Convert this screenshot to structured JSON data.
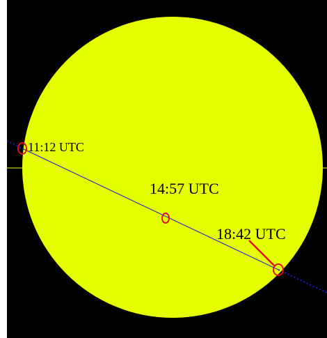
{
  "colors": {
    "frame": "#ffffff",
    "sky": "#000000",
    "sun_disk": "#e6ff00",
    "horizon_line": "#e6ff00",
    "transit_path": "#1a1acc",
    "marker": "#e01010",
    "label_text": "#000000"
  },
  "transit": {
    "ingress": {
      "time_label": "11:12 UTC"
    },
    "mid": {
      "time_label": "14:57 UTC"
    },
    "egress": {
      "time_label": "18:42 UTC"
    }
  }
}
